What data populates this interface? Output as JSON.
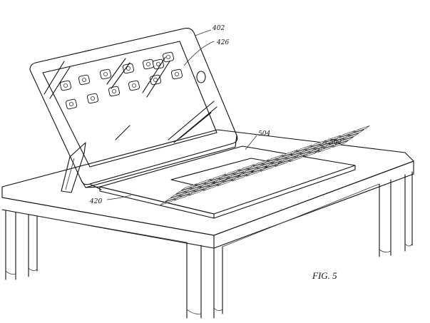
{
  "figure": {
    "caption": "FIG. 5",
    "reference_numerals": {
      "tablet": "402",
      "display": "426",
      "cover_hinge": "420",
      "keyboard": "502",
      "trackpad_edge": "504"
    }
  },
  "colors": {
    "ink": "#111111",
    "paper": "#ffffff"
  }
}
